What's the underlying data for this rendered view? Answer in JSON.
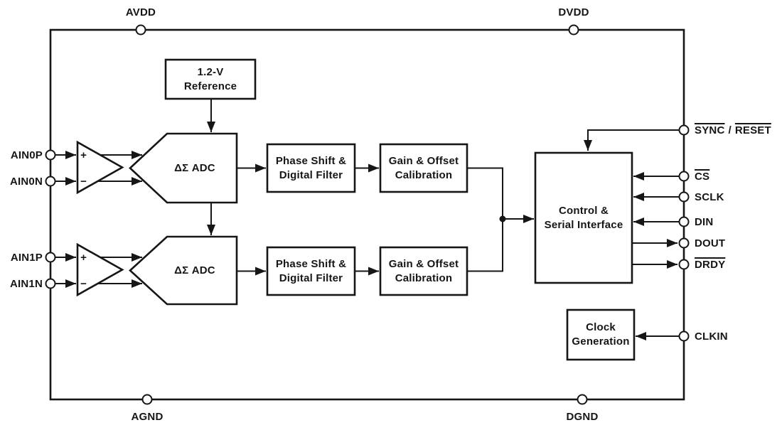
{
  "pins": {
    "avdd": "AVDD",
    "dvdd": "DVDD",
    "agnd": "AGND",
    "dgnd": "DGND",
    "ain0p": "AIN0P",
    "ain0n": "AIN0N",
    "ain1p": "AIN1P",
    "ain1n": "AIN1N",
    "sync": "SYNC",
    "sync_separator": "/",
    "reset": "RESET",
    "cs": "CS",
    "sclk": "SCLK",
    "din": "DIN",
    "dout": "DOUT",
    "drdy": "DRDY",
    "clkin": "CLKIN"
  },
  "blocks": {
    "reference": {
      "line1": "1.2-V",
      "line2": "Reference"
    },
    "adc_ch0": {
      "label": "ΔΣ ADC"
    },
    "adc_ch1": {
      "label": "ΔΣ ADC"
    },
    "phase_ch0": {
      "line1": "Phase Shift &",
      "line2": "Digital Filter"
    },
    "phase_ch1": {
      "line1": "Phase Shift &",
      "line2": "Digital Filter"
    },
    "gain_ch0": {
      "line1": "Gain & Offset",
      "line2": "Calibration"
    },
    "gain_ch1": {
      "line1": "Gain & Offset",
      "line2": "Calibration"
    },
    "control": {
      "line1": "Control &",
      "line2": "Serial Interface"
    },
    "clock": {
      "line1": "Clock",
      "line2": "Generation"
    }
  },
  "amplifiers": {
    "ch0": {
      "plus": "+",
      "minus": "−"
    },
    "ch1": {
      "plus": "+",
      "minus": "−"
    }
  },
  "colors": {
    "line": "#161616",
    "block_fill": "#ffffff",
    "background": "#ffffff"
  }
}
